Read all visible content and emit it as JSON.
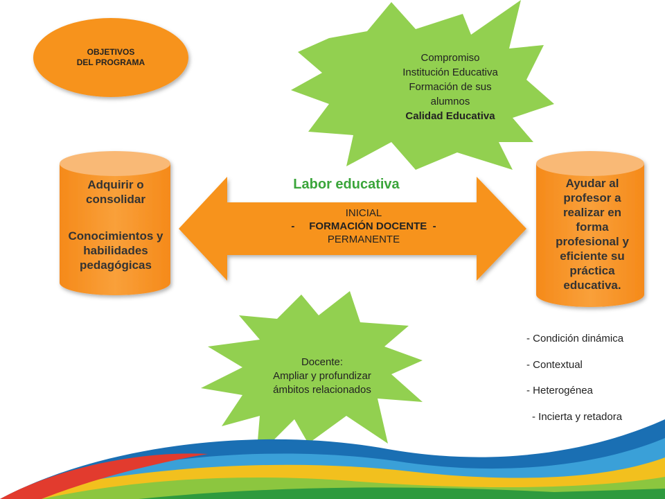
{
  "objetivos": {
    "line1": "OBJETIVOS",
    "line2": "DEL PROGRAMA"
  },
  "star_top": {
    "line1": "Compromiso",
    "line2": "Institución Educativa",
    "line3": "Formación de sus",
    "line4": "alumnos",
    "line5": "Calidad Educativa"
  },
  "title": "Labor educativa",
  "arrow": {
    "line1": "INICIAL",
    "line2": "-     FORMACIÓN DOCENTE  -",
    "line3": "PERMANENTE"
  },
  "cylinder_left": {
    "block1": [
      "Adquirir o",
      "consolidar"
    ],
    "block2": [
      "Conocimientos y",
      "habilidades",
      "pedagógicas"
    ]
  },
  "cylinder_right": {
    "lines": [
      "Ayudar al",
      "profesor a",
      "realizar en",
      "forma",
      "profesional y",
      "eficiente su",
      "práctica",
      "educativa."
    ]
  },
  "star_bottom": {
    "line1": "Docente:",
    "line2": "Ampliar y profundizar",
    "line3": "ámbitos relacionados"
  },
  "characteristics": [
    "- Condición dinámica",
    "- Contextual",
    "- Heterogénea",
    "- Incierta y retadora"
  ],
  "colors": {
    "orange": "#f7931e",
    "green_star": "#92d050",
    "title_green": "#3aa53a"
  }
}
